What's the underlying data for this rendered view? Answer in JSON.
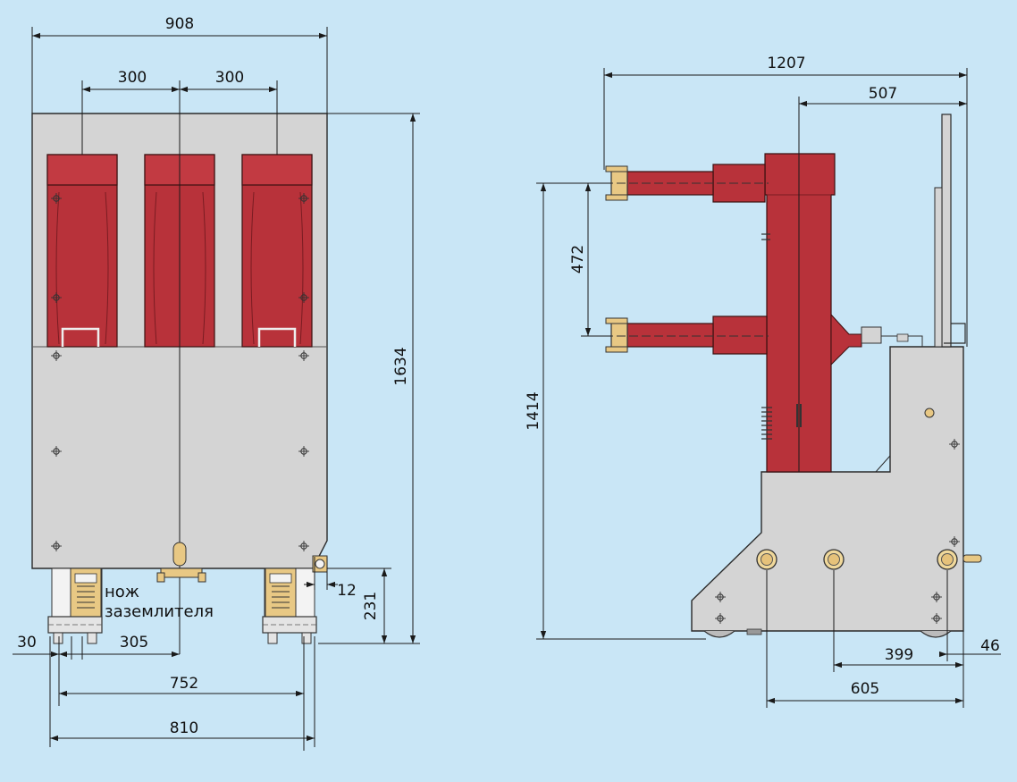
{
  "colors": {
    "background": "#c9e6f6",
    "panel": "#d4d4d4",
    "insulator": "#b8323a",
    "contact": "#e8c884",
    "outline": "#2a2a2a",
    "dimension": "#1a1a1a"
  },
  "front_view": {
    "dims": {
      "overall_width": "908",
      "pole_pitch_left": "300",
      "pole_pitch_right": "300",
      "overall_height": "1634",
      "bracket_height": "231",
      "bracket_offset": "12",
      "left_offset": "30",
      "axis_offset": "305",
      "wheel_track": "752",
      "base_width": "810"
    },
    "label_line1": "нож",
    "label_line2": "заземлителя"
  },
  "side_view": {
    "dims": {
      "overall_depth": "1207",
      "pole_depth": "507",
      "contact_spacing": "472",
      "contact_height": "1414",
      "axle_399": "399",
      "axle_605": "605",
      "handle_46": "46"
    }
  }
}
